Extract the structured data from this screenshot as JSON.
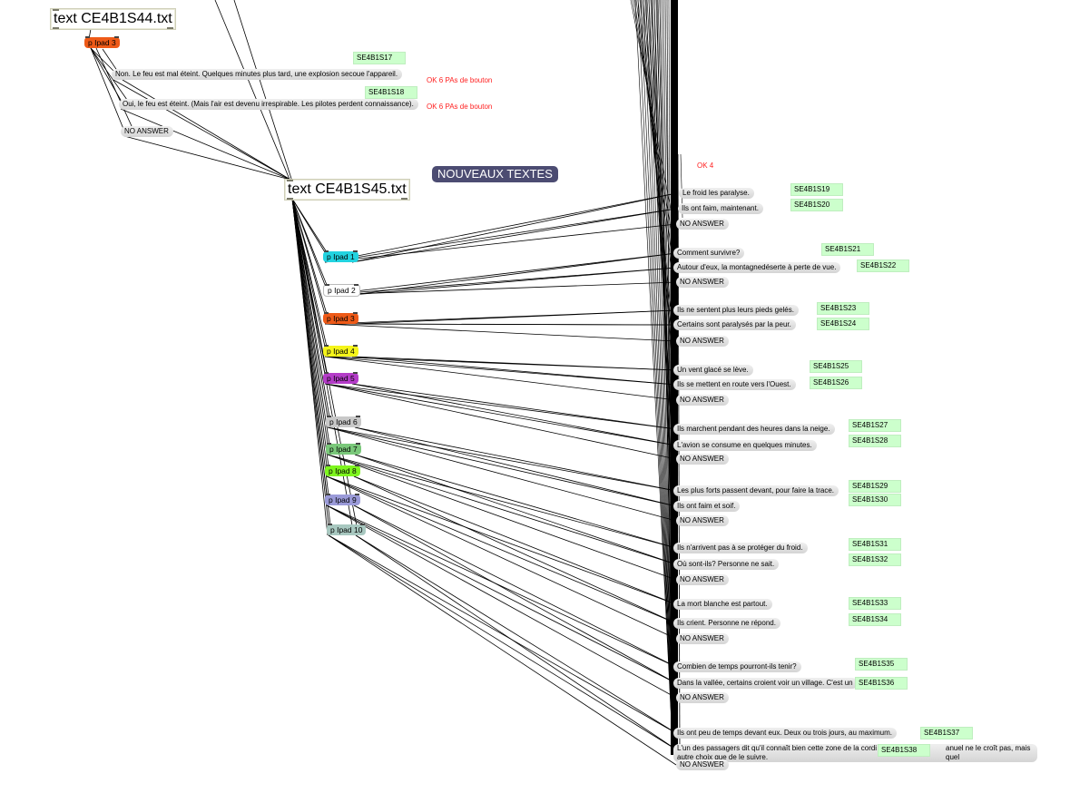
{
  "text_objects": {
    "s44": "text CE4B1S44.txt",
    "s45": "text CE4B1S45.txt"
  },
  "banner": "NOUVEAUX TEXTES",
  "notes": {
    "ok6_a": "OK 6 PAs de bouton",
    "ok6_b": "OK 6 PAs de bouton",
    "ok4": "OK 4"
  },
  "top_group": {
    "pad": "p Ipad 3",
    "messages": [
      "Non. Le feu est mal éteint. Quelques minutes plus tard, une explosion secoue l'appareil.",
      "Oui, le feu est éteint. (Mais l'air est devenu irrespirable. Les pilotes perdent connaissance).",
      "NO ANSWER"
    ],
    "labels": [
      "SE4B1S17",
      "SE4B1S18"
    ]
  },
  "pads": [
    {
      "label": "p Ipad 1",
      "color": "#22d3e0"
    },
    {
      "label": "p Ipad 2",
      "color": "#ffffff"
    },
    {
      "label": "p Ipad 3",
      "color": "#ee5a18"
    },
    {
      "label": "p Ipad 4",
      "color": "#f5f51a"
    },
    {
      "label": "p Ipad 5",
      "color": "#b43cc8"
    },
    {
      "label": "p Ipad 6",
      "color": "#c8c8c8"
    },
    {
      "label": "p Ipad 7",
      "color": "#7ac87a"
    },
    {
      "label": "p Ipad 8",
      "color": "#7ef51e"
    },
    {
      "label": "p Ipad 9",
      "color": "#9a9ad8"
    },
    {
      "label": "p Ipad 10",
      "color": "#a8c8c0"
    }
  ],
  "groups": [
    {
      "a": "Le froid les paralyse.",
      "b": "Ils ont faim, maintenant.",
      "na": "NO ANSWER",
      "la": "SE4B1S19",
      "lb": "SE4B1S20"
    },
    {
      "a": "Comment survivre?",
      "b": "Autour d'eux, la montagnedéserte à perte de vue.",
      "na": "NO ANSWER",
      "la": "SE4B1S21",
      "lb": "SE4B1S22"
    },
    {
      "a": "Ils ne sentent plus leurs pieds gelés.",
      "b": "Certains sont paralysés par la peur.",
      "na": "NO ANSWER",
      "la": "SE4B1S23",
      "lb": "SE4B1S24"
    },
    {
      "a": "Un vent glacé se lève.",
      "b": "Ils se mettent en route vers l'Ouest.",
      "na": "NO ANSWER",
      "la": "SE4B1S25",
      "lb": "SE4B1S26"
    },
    {
      "a": "Ils marchent pendant des heures dans la neige.",
      "b": "L'avion se consume en quelques minutes.",
      "na": "NO ANSWER",
      "la": "SE4B1S27",
      "lb": "SE4B1S28"
    },
    {
      "a": "Les plus forts passent devant, pour faire la trace.",
      "b": "Ils ont faim et soif.",
      "na": "NO ANSWER",
      "la": "SE4B1S29",
      "lb": "SE4B1S30"
    },
    {
      "a": "Ils n'arrivent pas à se protéger du froid.",
      "b": "Où sont-ils? Personne ne sait.",
      "na": "NO ANSWER",
      "la": "SE4B1S31",
      "lb": "SE4B1S32"
    },
    {
      "a": "La mort blanche est partout.",
      "b": "Ils crient. Personne ne répond.",
      "na": "NO ANSWER",
      "la": "SE4B1S33",
      "lb": "SE4B1S34"
    },
    {
      "a": "Combien de temps pourront-ils tenir?",
      "b": "Dans la vallée, certains croient voir un village. C'est un",
      "na": "NO ANSWER",
      "la": "SE4B1S35",
      "lb": "SE4B1S36"
    },
    {
      "a": "Ils ont peu de temps devant eux. Deux ou trois jours, au maximum.",
      "b": "L'un des passagers dit qu'il connaît bien cette zone de la cordi",
      "b_tail": "anuel ne le croît pas, mais quel",
      "b_line2": "autre choix que de le suivre.",
      "na": "NO ANSWER",
      "la": "SE4B1S37",
      "lb": "SE4B1S38"
    }
  ]
}
